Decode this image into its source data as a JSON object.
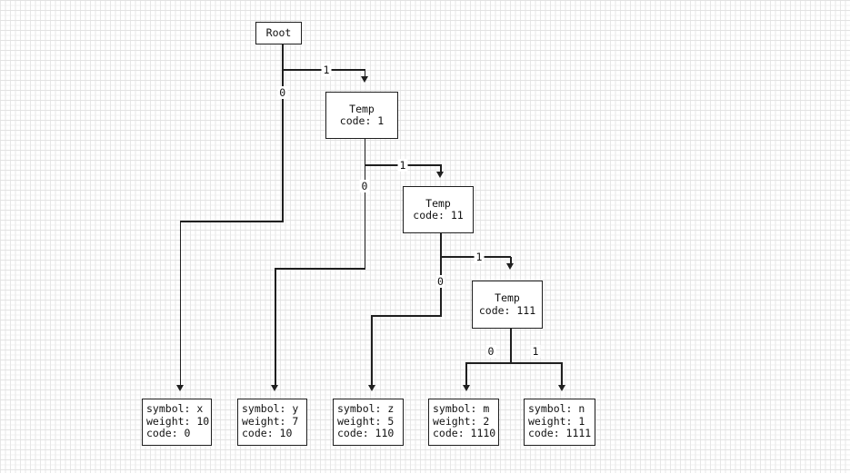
{
  "diagram": {
    "kind": "huffman-coding-tree",
    "nodes": {
      "root": {
        "lines": [
          "Root"
        ]
      },
      "temp1": {
        "lines": [
          "Temp",
          "code: 1"
        ]
      },
      "temp11": {
        "lines": [
          "Temp",
          "code: 11"
        ]
      },
      "temp111": {
        "lines": [
          "Temp",
          "code: 111"
        ]
      },
      "leaf_x": {
        "lines": [
          "symbol: x",
          "weight: 10",
          "code: 0"
        ]
      },
      "leaf_y": {
        "lines": [
          "symbol: y",
          "weight: 7",
          "code: 10"
        ]
      },
      "leaf_z": {
        "lines": [
          "symbol: z",
          "weight: 5",
          "code: 110"
        ]
      },
      "leaf_m": {
        "lines": [
          "symbol: m",
          "weight: 2",
          "code: 1110"
        ]
      },
      "leaf_n": {
        "lines": [
          "symbol: n",
          "weight: 1",
          "code: 1111"
        ]
      }
    },
    "edges": {
      "root_to_temp1": {
        "label": "1"
      },
      "root_to_leaf_x": {
        "label": "0"
      },
      "temp1_to_temp11": {
        "label": "1"
      },
      "temp1_to_leaf_y": {
        "label": "0"
      },
      "temp11_to_temp111": {
        "label": "1"
      },
      "temp11_to_leaf_z": {
        "label": "0"
      },
      "temp111_to_leaf_m": {
        "label": "0"
      },
      "tem111_to_leaf_n_unused": {
        "label": ""
      },
      "temp111_to_leaf_n": {
        "label": "1"
      }
    },
    "colors": {
      "line": "#1f1f1f",
      "text": "#111111",
      "box_background": "#ffffff",
      "grid_line": "#e7e7e7",
      "canvas_background": "#ffffff"
    }
  }
}
